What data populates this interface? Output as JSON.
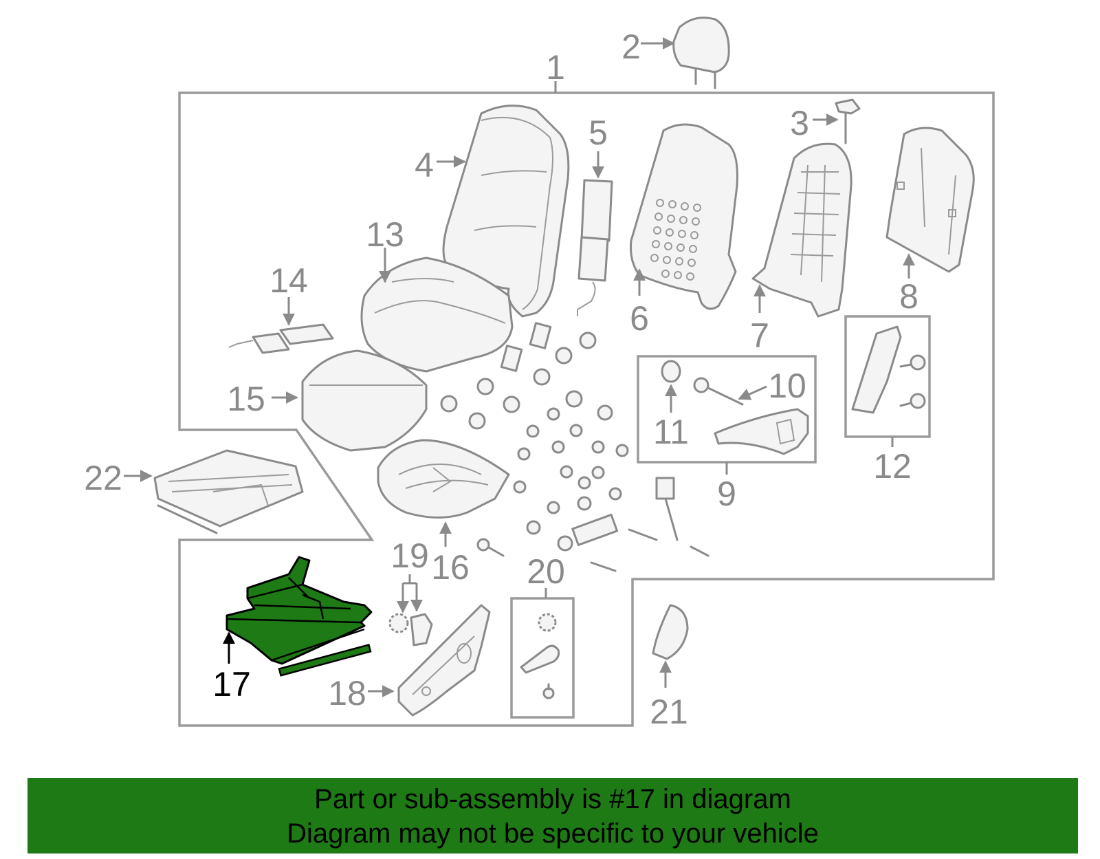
{
  "diagram": {
    "callouts": [
      "1",
      "2",
      "3",
      "4",
      "5",
      "6",
      "7",
      "8",
      "9",
      "10",
      "11",
      "12",
      "13",
      "14",
      "15",
      "16",
      "17",
      "18",
      "19",
      "20",
      "21",
      "22"
    ],
    "highlighted_part": "17",
    "highlight_color": "#1e7a14",
    "line_color": "#8a8a8a"
  },
  "banner": {
    "line1": "Part or sub-assembly is #17 in diagram",
    "line2": "Diagram may not be specific to your vehicle",
    "background": "#1e7a14"
  }
}
